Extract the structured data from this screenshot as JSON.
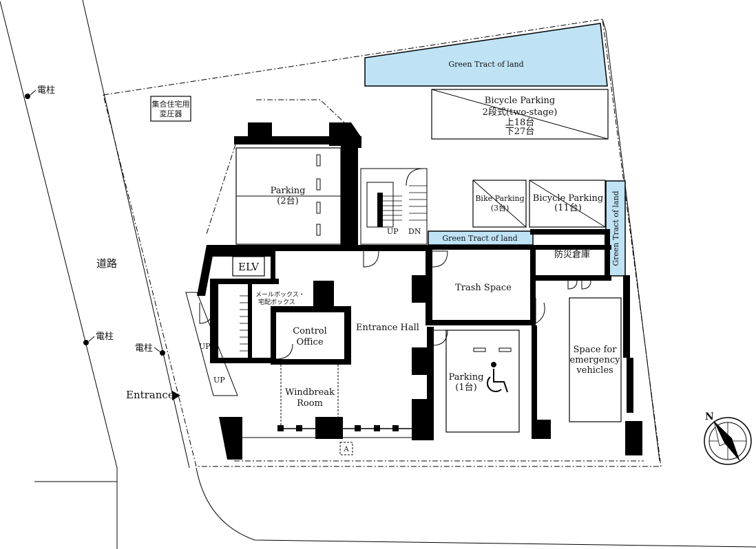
{
  "labels": {
    "pole": "電柱",
    "road": "道路",
    "entrance": "Entrance",
    "transformer_line1": "集合住宅用",
    "transformer_line2": "変圧器",
    "green_top": "Green Tract of land",
    "green_mid": "Green Tract of land",
    "green_right": "Green Tract of land",
    "bicycle_top_line1": "Bicycle Parking",
    "bicycle_top_line2": "2段式(two-stage)",
    "bicycle_top_line3": "上18台",
    "bicycle_top_line4": "下27台",
    "parking_upper_line1": "Parking",
    "parking_upper_line2": "(2台)",
    "bike_parking_line1": "Bike Parking",
    "bike_parking_line2": "(3台)",
    "bicycle_small_line1": "Bicycle Parking",
    "bicycle_small_line2": "(11台)",
    "disaster_storage": "防災倉庫",
    "elv": "ELV",
    "mailbox_line1": "メールボックス・",
    "mailbox_line2": "宅配ボックス",
    "control_office_line1": "Control",
    "control_office_line2": "Office",
    "entrance_hall": "Entrance Hall",
    "trash_space": "Trash Space",
    "windbreak_line1": "Windbreak",
    "windbreak_line2": "Room",
    "parking_accessible_line1": "Parking",
    "parking_accessible_line2": "(1台)",
    "emergency_line1": "Space for",
    "emergency_line2": "emergency",
    "emergency_line3": "vehicles",
    "up": "UP",
    "dn": "DN",
    "marker_a": "A",
    "north": "N"
  },
  "colors": {
    "green_tract": "#bfe3f5",
    "wall": "#000000"
  },
  "icons": {
    "north_arrow": "compass-north-icon",
    "accessible": "wheelchair-icon",
    "entrance_marker": "triangle-right-icon"
  }
}
